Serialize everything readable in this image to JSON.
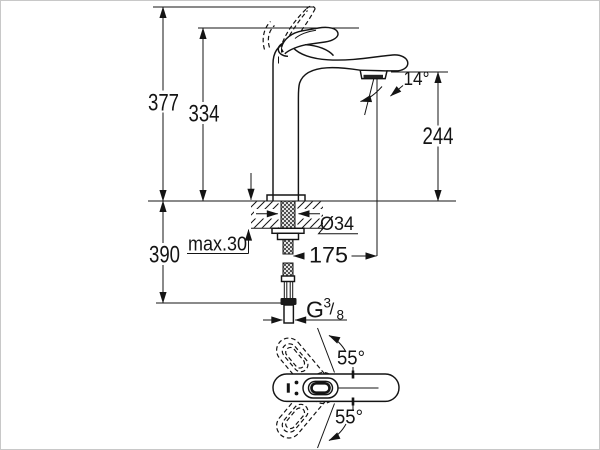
{
  "drawing": {
    "side_view": {
      "total_height_mm": "377",
      "body_height_mm": "334",
      "outlet_height_mm": "244",
      "outlet_angle": "14°",
      "spout_reach_mm": "175",
      "hole_diameter": "Ø34",
      "max_counter_thickness": "max.30",
      "hose_length_mm": "390",
      "thread": {
        "letter": "G",
        "numerator": "3",
        "slash": "/",
        "denominator": "8"
      }
    },
    "top_view": {
      "swivel_angle_upper": "55°",
      "swivel_angle_lower": "55°"
    },
    "colors": {
      "line": "#141414",
      "background": "#ffffff",
      "border": "#c8c8c8"
    }
  }
}
